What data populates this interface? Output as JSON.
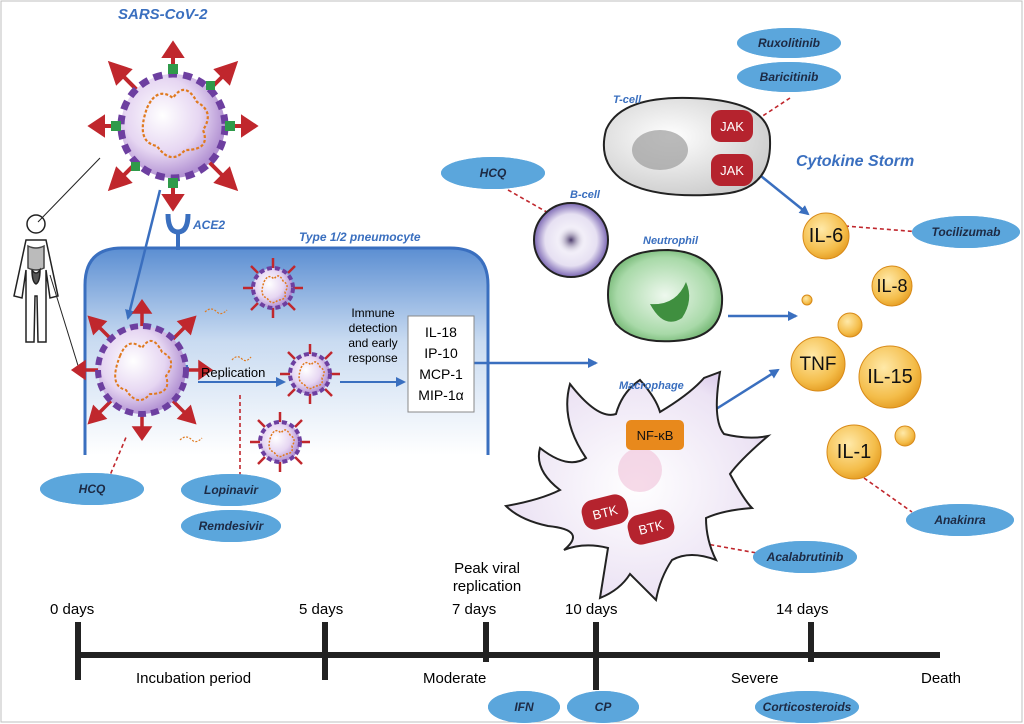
{
  "virus": {
    "title": "SARS-CoV-2",
    "receptor": "ACE2"
  },
  "cell": {
    "title": "Type 1/2 pneumocyte",
    "replication": "Replication",
    "immune": [
      "Immune",
      "detection",
      "and early",
      "response"
    ],
    "early_cytokines": [
      "IL-18",
      "IP-10",
      "MCP-1",
      "MIP-1α"
    ]
  },
  "immune_cells": {
    "tcell": "T-cell",
    "bcell": "B-cell",
    "neutrophil": "Neutrophil",
    "macrophage": "Macrophage",
    "jak": "JAK",
    "btk": "BTK",
    "nfkb": "NF-κB"
  },
  "cytokine_storm": {
    "title": "Cytokine Storm",
    "cytokines": [
      "IL-6",
      "IL-8",
      "TNF",
      "IL-15",
      "IL-1"
    ]
  },
  "drugs": {
    "ruxolitinib": "Ruxolitinib",
    "baricitinib": "Baricitinib",
    "hcq_bcell": "HCQ",
    "tocilizumab": "Tocilizumab",
    "hcq_cell": "HCQ",
    "lopinavir": "Lopinavir",
    "remdesivir": "Remdesivir",
    "acalabrutinib": "Acalabrutinib",
    "anakinra": "Anakinra",
    "ifn": "IFN",
    "cp": "CP",
    "corticosteroids": "Corticosteroids"
  },
  "timeline": {
    "ticks": [
      "0 days",
      "5 days",
      "7 days",
      "10 days",
      "14 days"
    ],
    "peak": [
      "Peak viral",
      "replication"
    ],
    "phases": [
      "Incubation period",
      "Moderate",
      "Severe",
      "Death"
    ]
  },
  "colors": {
    "accent_blue": "#3a6fbf",
    "drug_pill": "#5ba6dc",
    "jak_btk_red": "#b5232e",
    "nfkb_orange": "#e8891c",
    "cytokine_gold": "#f2b33d"
  }
}
